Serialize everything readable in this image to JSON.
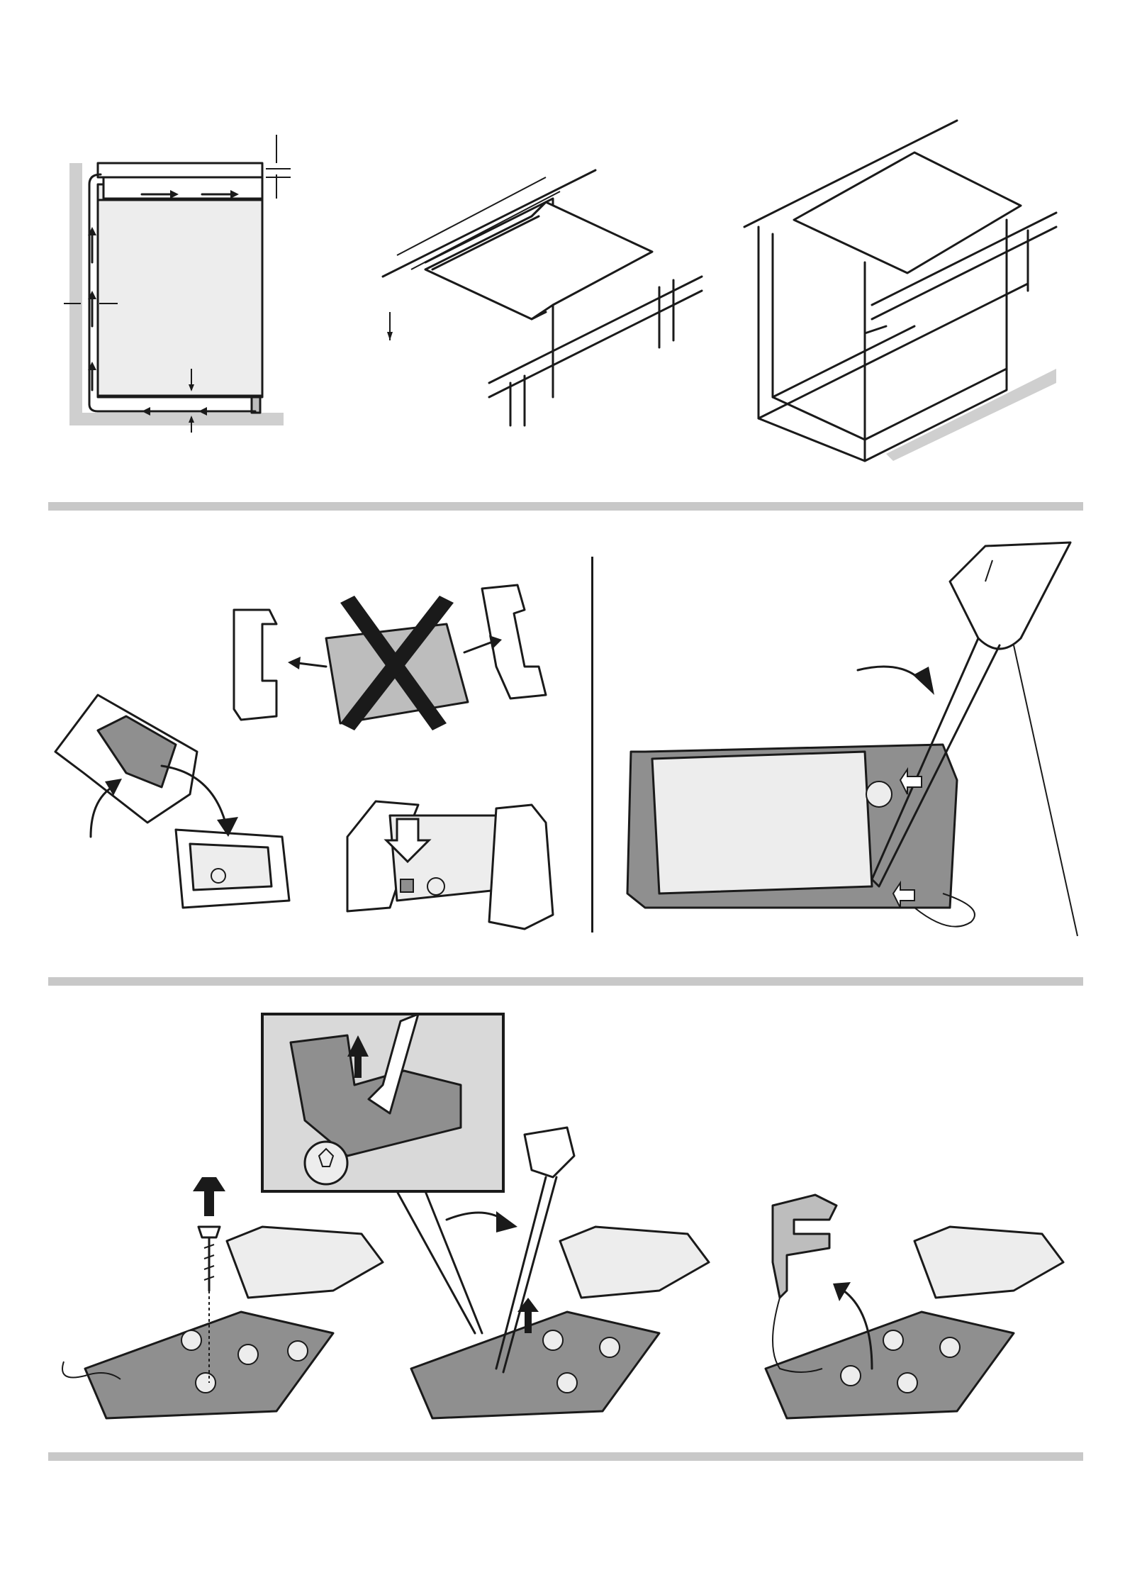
{
  "document": {
    "type": "installation-instructions-illustrations",
    "text_labels": []
  },
  "sections": [
    {
      "name": "installation-cutout",
      "figures": [
        "ventilation-side-view",
        "worktop-cutout",
        "cabinet-cutout"
      ]
    },
    {
      "name": "unpacking-and-cover-removal",
      "figures": [
        "unpack-hob",
        "flip-hob",
        "place-hob",
        "lever-cover"
      ]
    },
    {
      "name": "connection-terminal",
      "figures": [
        "unscrew-screw",
        "lever-clip-detail",
        "remove-clip"
      ]
    }
  ],
  "colors": {
    "line": "#1a1a1a",
    "panel_light": "#ededed",
    "panel_mid": "#bdbdbd",
    "panel_dark": "#8f8f8f",
    "divider": "#c8c8c8"
  },
  "icons": [
    "arrow-icon",
    "prohibited-cross-icon",
    "screwdriver-icon",
    "screw-icon",
    "hollow-arrow-icon"
  ]
}
